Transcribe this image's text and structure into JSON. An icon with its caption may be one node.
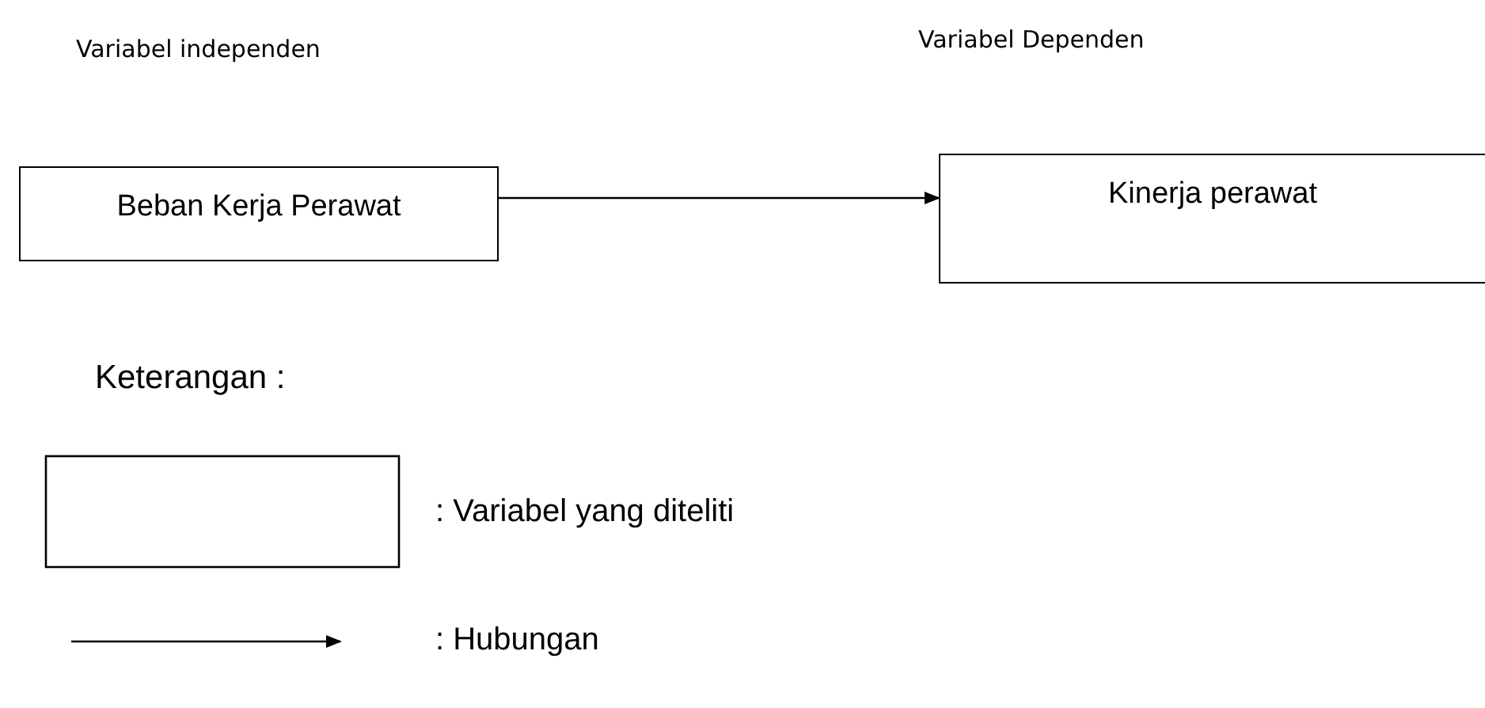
{
  "diagram": {
    "nodes": [
      {
        "text": [
          "Beban Kerja Perawat"
        ]
      },
      {
        "text": [
          "Kinerja perawat"
        ]
      }
    ],
    "edges": [
      {
        "from": 0,
        "to": 1,
        "arrow": "to"
      }
    ],
    "labels": [
      "Variabel independen",
      "Variabel Dependen",
      "Keterangan :"
    ],
    "legend": [
      {
        "text": ": Variabel yang diteliti"
      },
      {
        "text": ": Hubungan"
      }
    ]
  }
}
